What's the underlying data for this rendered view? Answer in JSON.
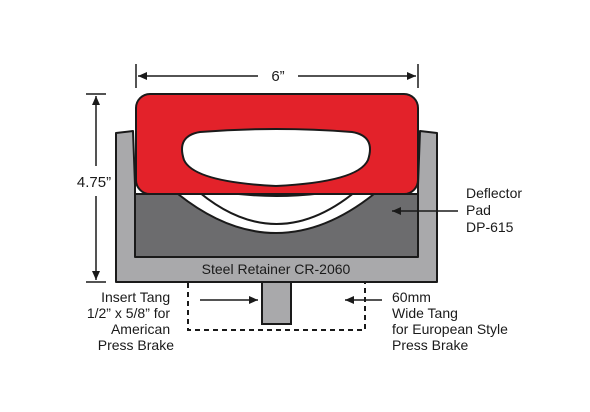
{
  "dimensions": {
    "width": "6”",
    "height": "4.75”"
  },
  "retainer": {
    "label": "Steel Retainer CR-2060"
  },
  "deflector_pad": {
    "lines": [
      "Deflector",
      "Pad",
      "DP-615"
    ]
  },
  "insert_tang": {
    "lines": [
      "Insert Tang",
      "1/2” x 5/8” for",
      "American",
      "Press Brake"
    ]
  },
  "wide_tang": {
    "lines": [
      "60mm",
      "Wide Tang",
      "for European Style",
      "Press Brake"
    ]
  },
  "colors": {
    "pad_red": "#e3222a",
    "retainer_gray": "#a9a9ab",
    "deflector_gray": "#6c6c6e",
    "outline": "#1a1a1a"
  }
}
